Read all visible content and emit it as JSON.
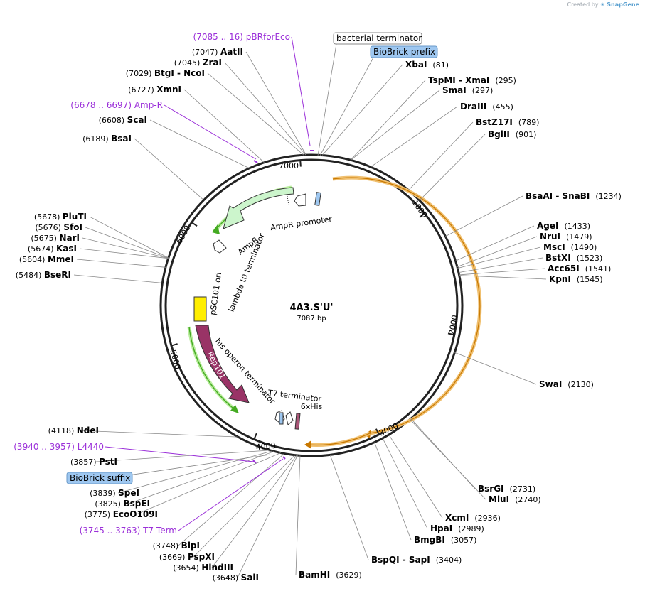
{
  "credit": {
    "prefix": "Created by",
    "brand": "SnapGene"
  },
  "plasmid": {
    "name": "4A3.S'U'",
    "length_label": "7087 bp",
    "length": 7087
  },
  "ticks": [
    "1000",
    "2000",
    "3000",
    "4000",
    "5000",
    "6000",
    "7000"
  ],
  "right_sites": [
    {
      "pos": "(81)",
      "name": "XbaI"
    },
    {
      "pos": "(295)",
      "name": "TspMI - XmaI"
    },
    {
      "pos": "(297)",
      "name": "SmaI"
    },
    {
      "pos": "(455)",
      "name": "DraIII"
    },
    {
      "pos": "(789)",
      "name": "BstZ17I"
    },
    {
      "pos": "(901)",
      "name": "BglII"
    },
    {
      "pos": "(1234)",
      "name": "BsaAI - SnaBI"
    },
    {
      "pos": "(1433)",
      "name": "AgeI"
    },
    {
      "pos": "(1479)",
      "name": "NruI"
    },
    {
      "pos": "(1490)",
      "name": "MscI"
    },
    {
      "pos": "(1523)",
      "name": "BstXI"
    },
    {
      "pos": "(1541)",
      "name": "Acc65I"
    },
    {
      "pos": "(1545)",
      "name": "KpnI"
    },
    {
      "pos": "(2130)",
      "name": "SwaI"
    },
    {
      "pos": "(2731)",
      "name": "BsrGI"
    },
    {
      "pos": "(2740)",
      "name": "MluI"
    },
    {
      "pos": "(2936)",
      "name": "XcmI"
    },
    {
      "pos": "(2989)",
      "name": "HpaI"
    },
    {
      "pos": "(3057)",
      "name": "BmgBI"
    },
    {
      "pos": "(3404)",
      "name": "BspQI - SapI"
    },
    {
      "pos": "(3629)",
      "name": "BamHI"
    }
  ],
  "left_sites": [
    {
      "pos": "(7047)",
      "name": "AatII"
    },
    {
      "pos": "(7045)",
      "name": "ZraI"
    },
    {
      "pos": "(7029)",
      "name": "BtgI - NcoI"
    },
    {
      "pos": "(6727)",
      "name": "XmnI"
    },
    {
      "pos": "(6608)",
      "name": "ScaI"
    },
    {
      "pos": "(6189)",
      "name": "BsaI"
    },
    {
      "pos": "(5678)",
      "name": "PluTI"
    },
    {
      "pos": "(5676)",
      "name": "SfoI"
    },
    {
      "pos": "(5675)",
      "name": "NarI"
    },
    {
      "pos": "(5674)",
      "name": "KasI"
    },
    {
      "pos": "(5604)",
      "name": "MmeI"
    },
    {
      "pos": "(5484)",
      "name": "BseRI"
    },
    {
      "pos": "(4118)",
      "name": "NdeI"
    },
    {
      "pos": "(3857)",
      "name": "PstI"
    },
    {
      "pos": "(3839)",
      "name": "SpeI"
    },
    {
      "pos": "(3825)",
      "name": "BspEI"
    },
    {
      "pos": "(3775)",
      "name": "EcoO109I"
    },
    {
      "pos": "(3748)",
      "name": "BlpI"
    },
    {
      "pos": "(3669)",
      "name": "PspXI"
    },
    {
      "pos": "(3654)",
      "name": "HindIII"
    },
    {
      "pos": "(3648)",
      "name": "SalI"
    }
  ],
  "primers": [
    {
      "pos": "(7085 .. 16)",
      "name": "pBRforEco"
    },
    {
      "pos": "(6678 .. 6697)",
      "name": "Amp-R"
    },
    {
      "pos": "(3940 .. 3957)",
      "name": "L4440"
    },
    {
      "pos": "(3745 .. 3763)",
      "name": "T7 Term"
    }
  ],
  "boxed_labels": {
    "bacterial_terminator": "bacterial terminator",
    "biobrick_prefix": "BioBrick prefix",
    "biobrick_suffix": "BioBrick suffix"
  },
  "features": {
    "ampr_promoter": "AmpR promoter",
    "ampr": "AmpR",
    "lambda_t0": "lambda t0 terminator",
    "psc101_ori": "pSC101 ori",
    "rep101": "Rep101",
    "his_operon": "his operon terminator",
    "t7_terminator": "T7 terminator",
    "his6": "6xHis"
  },
  "colors": {
    "backbone": "#222222",
    "enzyme": "#000000",
    "primer": "#9b30d9",
    "ampr_fill": "#ccf5cc",
    "rep101_fill": "#993366",
    "ori_fill": "#ffee00",
    "orange_arc": "#f0c070",
    "orange_arrow": "#c87800",
    "green_arrow": "#44aa22",
    "boxed_blue": "#9ec7f0",
    "his_fill": "#aa5577"
  }
}
